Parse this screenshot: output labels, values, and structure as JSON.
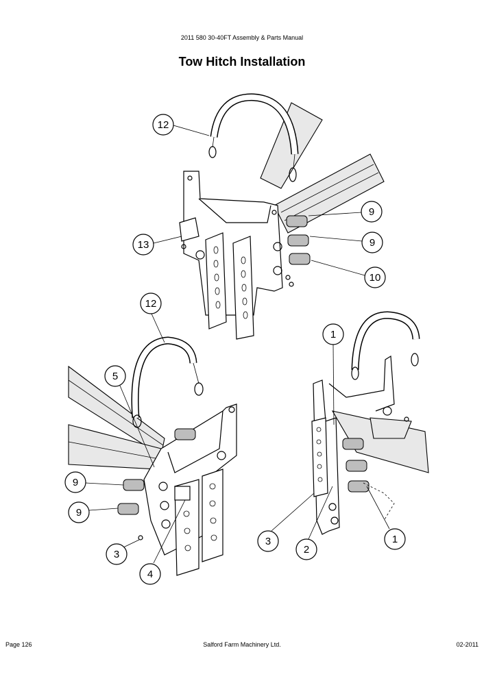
{
  "header": {
    "manual_title": "2011 580 30-40FT Assembly & Parts Manual"
  },
  "page_title": "Tow Hitch Installation",
  "footer": {
    "page": "Page 126",
    "company": "Salford Farm Machinery Ltd.",
    "date": "02-2011"
  },
  "callouts": {
    "top": [
      "12",
      "13",
      "9",
      "9",
      "10"
    ],
    "left": [
      "12",
      "5",
      "9",
      "9",
      "3",
      "4"
    ],
    "right": [
      "1",
      "3",
      "2",
      "1"
    ]
  }
}
